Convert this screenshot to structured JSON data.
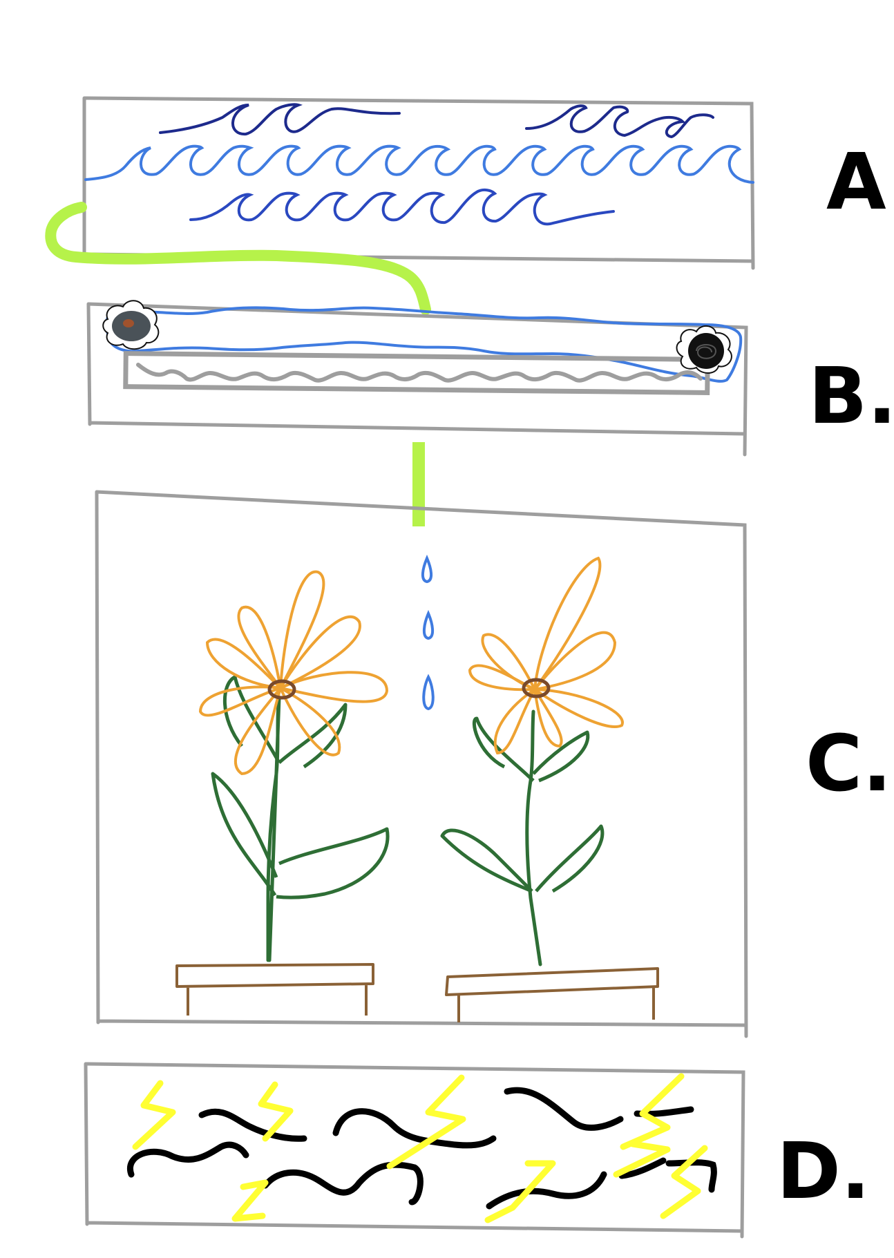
{
  "labels": {
    "a": "A",
    "b": "B.",
    "c": "C.",
    "d": "D."
  },
  "colors": {
    "frame": "#9e9e9e",
    "water_light": "#3f7be0",
    "water_dark": "#1d2a8c",
    "water_mid": "#2a48c0",
    "pipe": "#b6f24a",
    "petal": "#eea232",
    "stem": "#2e6e35",
    "pot": "#8a6136",
    "center": "#7a4a2a",
    "worm": "#000000",
    "spark": "#ffff33",
    "pebble_dark": "#4a5258"
  }
}
